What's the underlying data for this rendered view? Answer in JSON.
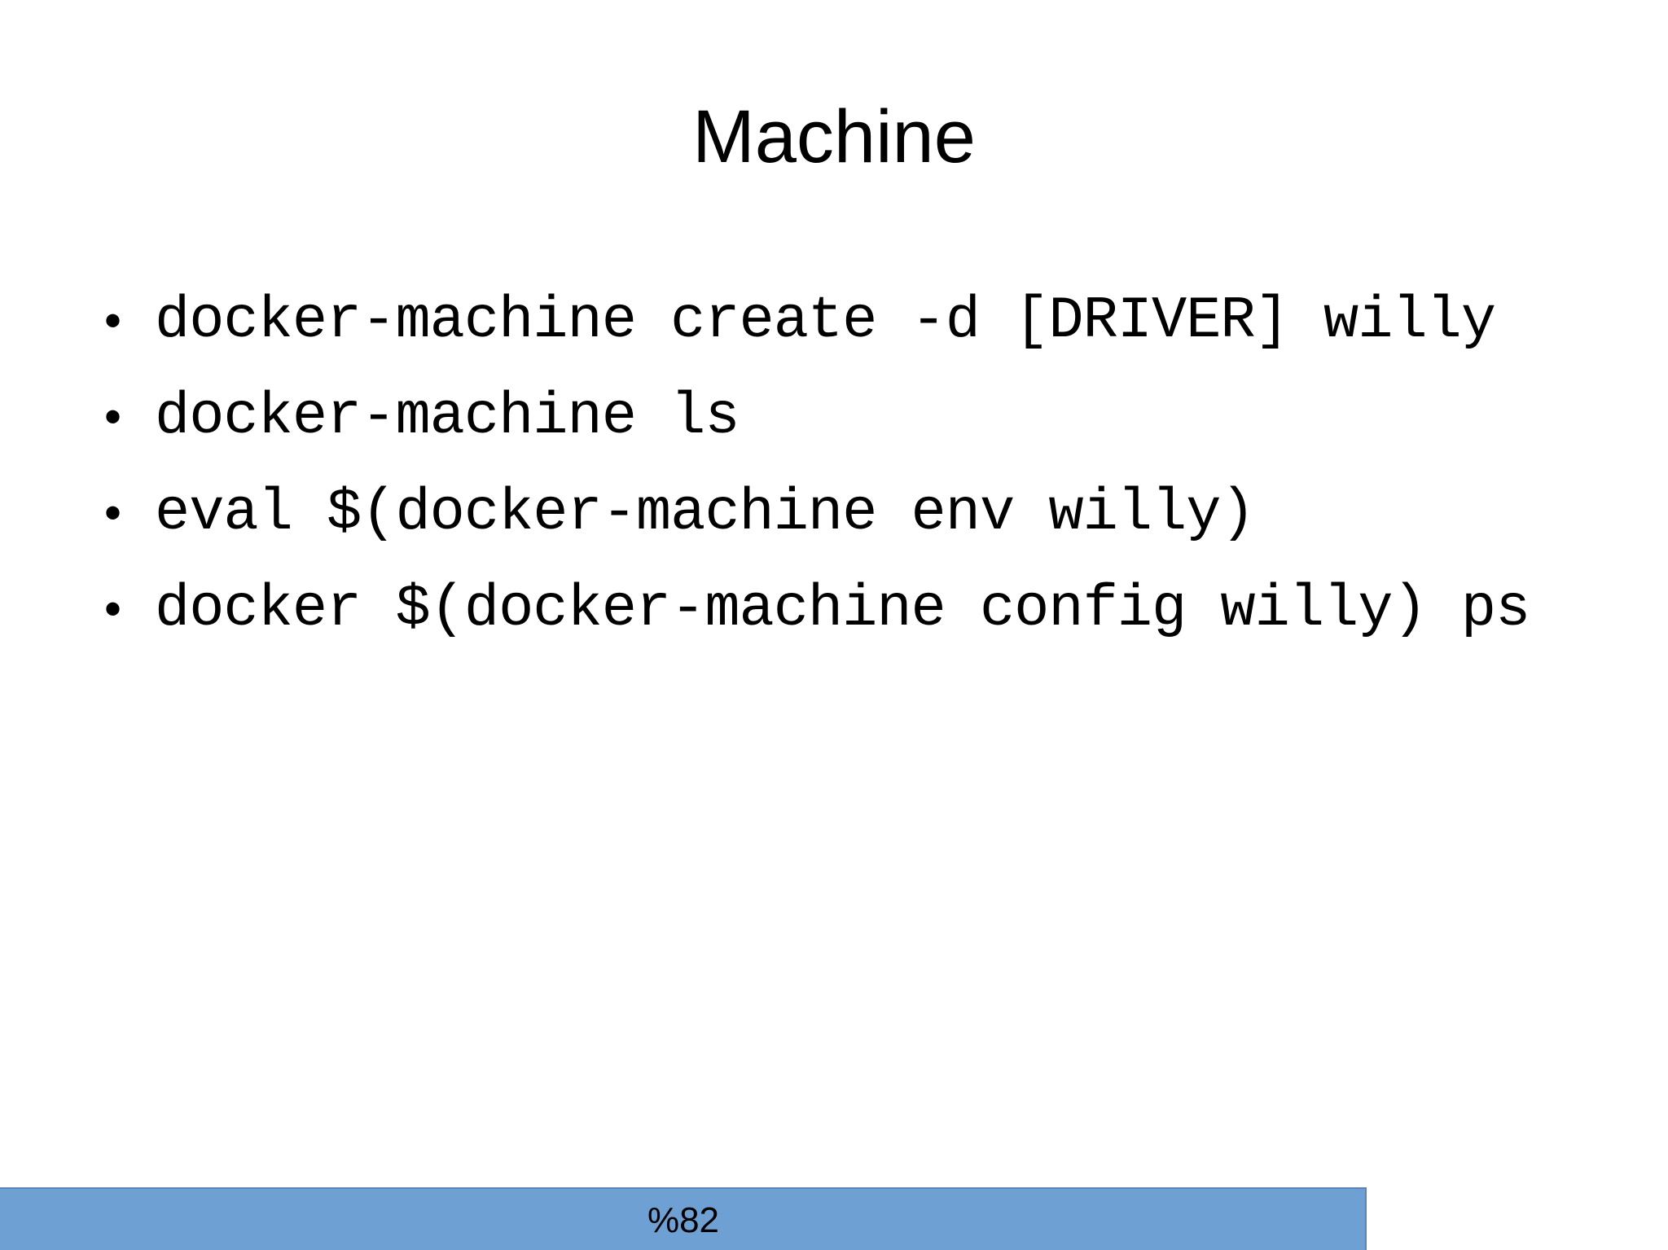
{
  "slide": {
    "title": "Machine",
    "background_color": "#ffffff",
    "text_color": "#000000",
    "bullet_marker": "•",
    "bullets": [
      {
        "text": "docker-machine create -d [DRIVER] willy"
      },
      {
        "text": "docker-machine ls"
      },
      {
        "text": "eval $(docker-machine env willy)"
      },
      {
        "text": "docker $(docker-machine config willy) ps"
      }
    ],
    "footer": {
      "page_number": "%82",
      "bar_color": "#6fa0d3",
      "bar_border_color": "#5a84b4"
    }
  }
}
